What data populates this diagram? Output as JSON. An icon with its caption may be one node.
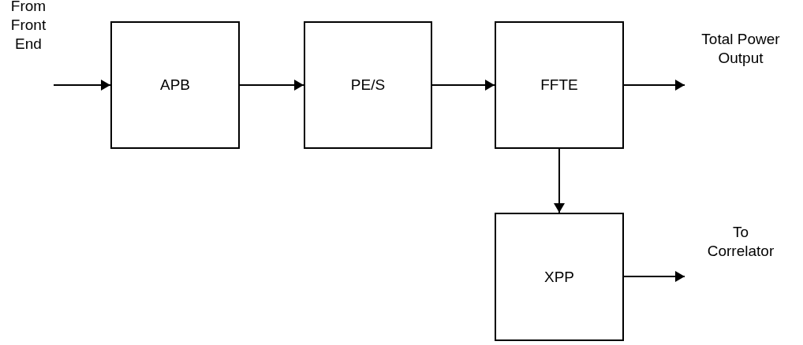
{
  "diagram": {
    "nodes": [
      {
        "text": [
          "From Front End"
        ]
      },
      {
        "text": [
          "APB"
        ]
      },
      {
        "text": [
          "PE/S"
        ]
      },
      {
        "text": [
          "FFTE"
        ]
      },
      {
        "text": [
          "Total Power Output"
        ]
      },
      {
        "text": [
          "XPP"
        ]
      },
      {
        "text": [
          "To Correlator"
        ]
      }
    ],
    "edges": [
      {
        "from": 0,
        "to": 1,
        "arrow": "to"
      },
      {
        "from": 1,
        "to": 2,
        "arrow": "to"
      },
      {
        "from": 2,
        "to": 3,
        "arrow": "to"
      },
      {
        "from": 3,
        "to": 4,
        "arrow": "to"
      },
      {
        "from": 3,
        "to": 5,
        "arrow": "to"
      },
      {
        "from": 5,
        "to": 6,
        "arrow": "to"
      }
    ]
  }
}
